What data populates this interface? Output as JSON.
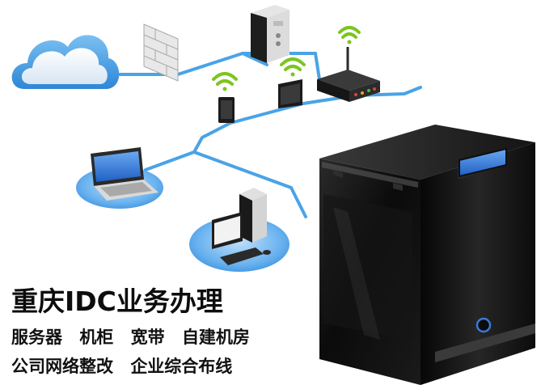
{
  "headline": "重庆IDC业务办理",
  "services_line1": [
    "服务器",
    "机柜",
    "宽带",
    "自建机房"
  ],
  "services_line2": [
    "公司网络整改",
    "企业综合布线"
  ],
  "colors": {
    "network_line": "#4aa3e6",
    "cloud": "#5aa8e8",
    "wifi": "#7cc521",
    "server_body": "#1b1b1b",
    "server_display": "#3c78d8"
  },
  "icons": [
    "cloud-icon",
    "firewall-icon",
    "tower-server-icon",
    "router-icon",
    "tablet-icon",
    "laptop-icon",
    "desktop-pc-icon",
    "wifi-icon",
    "server-case-icon"
  ]
}
